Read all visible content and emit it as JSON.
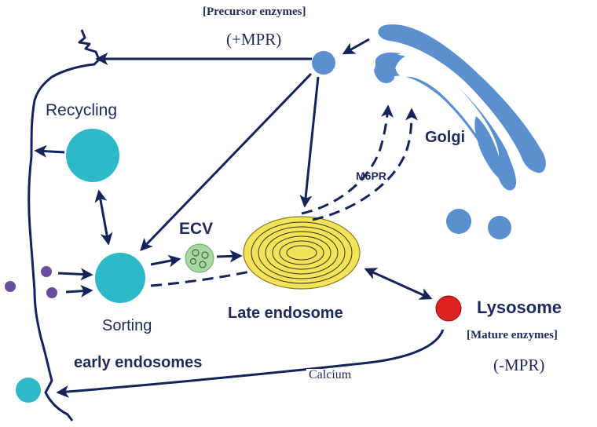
{
  "labels": {
    "precursor_enzymes": "[Precursor enzymes]",
    "plus_mpr": "(+MPR)",
    "recycling": "Recycling",
    "golgi": "Golgi",
    "m6pr": "M6PR",
    "ecv": "ECV",
    "late_endosome": "Late endosome",
    "lysosome": "Lysosome",
    "mature_enzymes": "[Mature enzymes]",
    "minus_mpr": "(-MPR)",
    "sorting": "Sorting",
    "early_endosomes": "early endosomes",
    "calcium": "Calcium"
  },
  "colors": {
    "membrane_line": "#14235a",
    "arrow": "#14235a",
    "golgi_blue": "#5b8fcf",
    "endosome_cyan": "#2eb8c8",
    "ecv_green": "#a8d8a0",
    "late_endosome_yellow": "#f3e35a",
    "lysosome_red": "#dd2222",
    "ligand_purple": "#6a4d9c"
  }
}
